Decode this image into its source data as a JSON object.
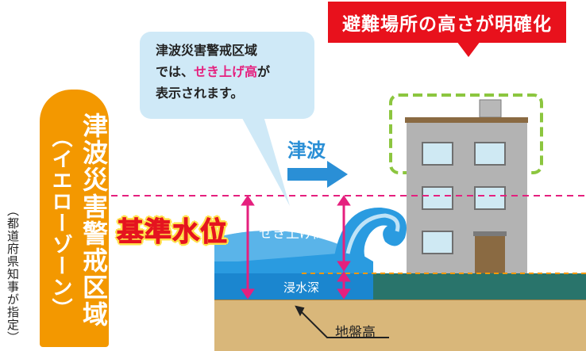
{
  "callout": {
    "title": "避難場所の高さが明確化"
  },
  "bubble": {
    "line1": "津波災害警戒区域",
    "line2_prefix": "では、",
    "line2_highlight": "せき上げ高",
    "line2_suffix": "が",
    "line3": "表示されます。"
  },
  "zone": {
    "title": "津波災害警戒区域",
    "subtitle": "（イエローゾーン）"
  },
  "governor_note": "（都道府県知事が指定）",
  "reference_level": "基準水位",
  "tsunami_label": "津波",
  "measurements": {
    "runup": "せき上げ高",
    "inundation": "浸水深",
    "ground": "地盤高"
  },
  "colors": {
    "red": "#e8111c",
    "orange": "#f39800",
    "pink": "#e5207e",
    "water_blue": "#1e8fd6",
    "ground": "#d9b77a",
    "building": "#b3b3b3",
    "green_dash": "#8cc63f"
  }
}
